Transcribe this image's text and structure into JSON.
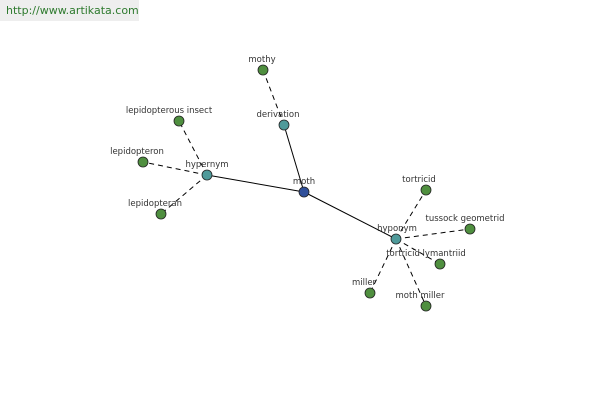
{
  "header": {
    "url": "http://www.artikata.com"
  },
  "colors": {
    "root": "#2f4f9a",
    "relation": "#4f9a9a",
    "leaf": "#4f8f3f"
  },
  "graph": {
    "root": "moth",
    "relations": [
      "hypernym",
      "derivation",
      "hyponym"
    ],
    "leaves": {
      "hypernym": [
        "lepidopterous insect",
        "lepidopteron",
        "lepidopteran"
      ],
      "derivation": [
        "mothy"
      ],
      "hyponym": [
        "tortricid",
        "tussock geometrid",
        "tortricid lymantriid",
        "miller",
        "moth miller"
      ]
    }
  }
}
